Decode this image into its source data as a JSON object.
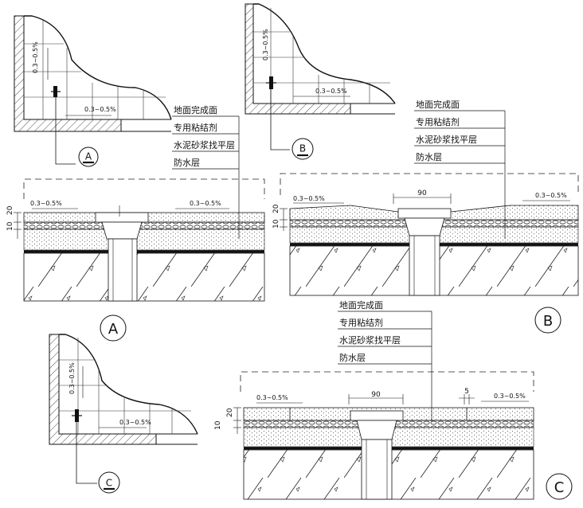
{
  "slope_text": "0.3~0.5%",
  "layer_labels": [
    "地面完成面",
    "专用粘结剂",
    "水泥砂浆找平层",
    "防水层"
  ],
  "details": {
    "a": {
      "mark": "A"
    },
    "b": {
      "mark": "B"
    },
    "c": {
      "mark": "C"
    }
  },
  "dimensions": {
    "d90": "90",
    "d5": "5",
    "d20": "20",
    "d10": "10"
  }
}
